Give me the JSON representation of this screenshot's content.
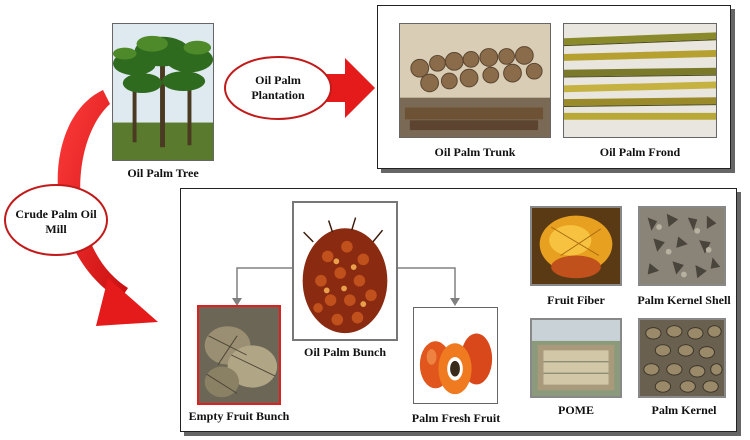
{
  "nodes": {
    "oil_palm_tree": "Oil Palm Tree",
    "plantation": "Oil Palm Plantation",
    "crude_mill": "Crude Palm Oil Mill",
    "trunk": "Oil Palm Trunk",
    "frond": "Oil Palm Frond",
    "bunch": "Oil Palm Bunch",
    "efb": "Empty Fruit Bunch",
    "fresh_fruit": "Palm Fresh Fruit",
    "fiber": "Fruit Fiber",
    "kernel_shell": "Palm Kernel Shell",
    "pome": "POME",
    "kernel": "Palm Kernel"
  },
  "colors": {
    "arrow_red": "#e51a1a",
    "ellipse_border": "#c21a1a",
    "connector": "#808080",
    "efb_highlight": "#e02020"
  }
}
